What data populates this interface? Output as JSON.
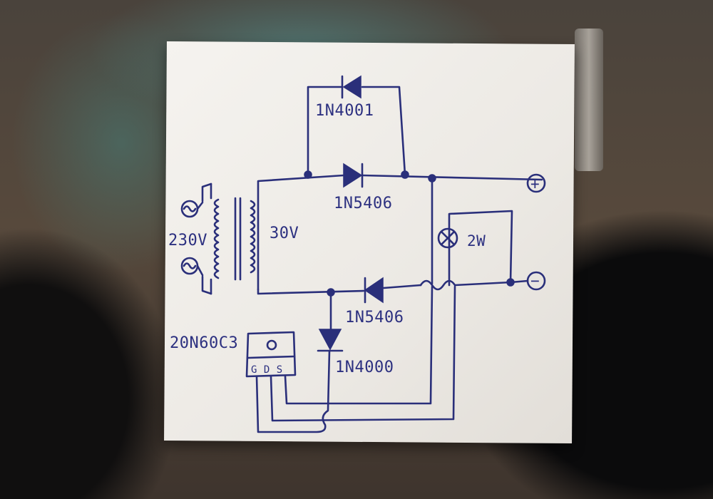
{
  "schematic": {
    "labels": {
      "diode_top": "1N4001",
      "diode_mid": "1N5406",
      "diode_low": "1N5406",
      "diode_vert": "1N4000",
      "transistor": "20N60C3",
      "mains": "230V",
      "secondary": "30V",
      "lamp": "2W",
      "pins": "G D S"
    },
    "terminals": {
      "positive": "+",
      "negative": "−"
    }
  },
  "colors": {
    "ink": "#2a2f7a",
    "paper": "#f1eee9"
  }
}
